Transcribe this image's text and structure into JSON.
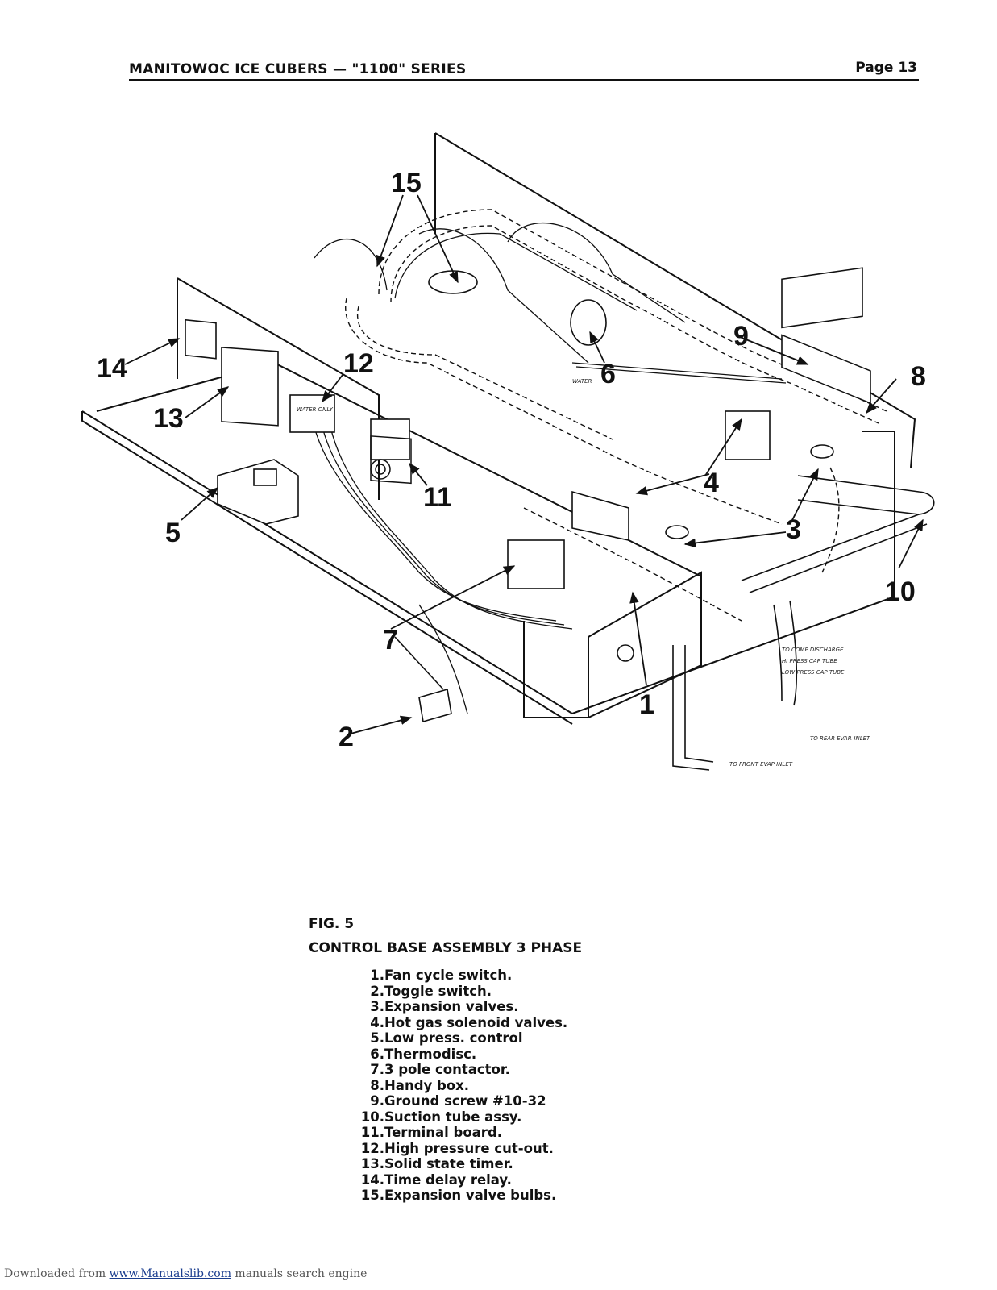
{
  "header": {
    "title": "MANITOWOC ICE CUBERS — \"1100\" SERIES",
    "page_label": "Page 13"
  },
  "figure": {
    "callouts": [
      "15",
      "9",
      "8",
      "14",
      "12",
      "6",
      "13",
      "11",
      "5",
      "4",
      "3",
      "10",
      "7",
      "1",
      "2"
    ],
    "small_labels": {
      "water_only": "WATER ONLY",
      "water": "WATER",
      "to_comp_discharge": "TO COMP DISCHARGE",
      "hi_press_cap_tube": "HI PRESS CAP TUBE",
      "low_press_cap_tube": "LOW PRESS CAP TUBE",
      "to_rear_evap_inlet": "TO REAR EVAP. INLET",
      "to_front_evap_inlet": "TO FRONT EVAP INLET"
    }
  },
  "caption": {
    "fig_label": "FIG. 5",
    "fig_title": "CONTROL BASE ASSEMBLY 3 PHASE"
  },
  "legend": [
    {
      "num": "1.",
      "text": "Fan cycle switch."
    },
    {
      "num": "2.",
      "text": "Toggle switch."
    },
    {
      "num": "3.",
      "text": "Expansion valves."
    },
    {
      "num": "4.",
      "text": "Hot gas solenoid valves."
    },
    {
      "num": "5.",
      "text": "Low press. control"
    },
    {
      "num": "6.",
      "text": "Thermodisc."
    },
    {
      "num": "7.",
      "text": "3 pole contactor."
    },
    {
      "num": "8.",
      "text": "Handy box."
    },
    {
      "num": "9.",
      "text": "Ground screw #10-32"
    },
    {
      "num": "10.",
      "text": "Suction tube assy."
    },
    {
      "num": "11.",
      "text": "Terminal board."
    },
    {
      "num": "12.",
      "text": "High pressure cut-out."
    },
    {
      "num": "13.",
      "text": "Solid state timer."
    },
    {
      "num": "14.",
      "text": "Time delay relay."
    },
    {
      "num": "15.",
      "text": "Expansion valve bulbs."
    }
  ],
  "footer": {
    "prefix": "Downloaded from ",
    "link_text": "www.Manualslib.com",
    "suffix": " manuals search engine"
  }
}
